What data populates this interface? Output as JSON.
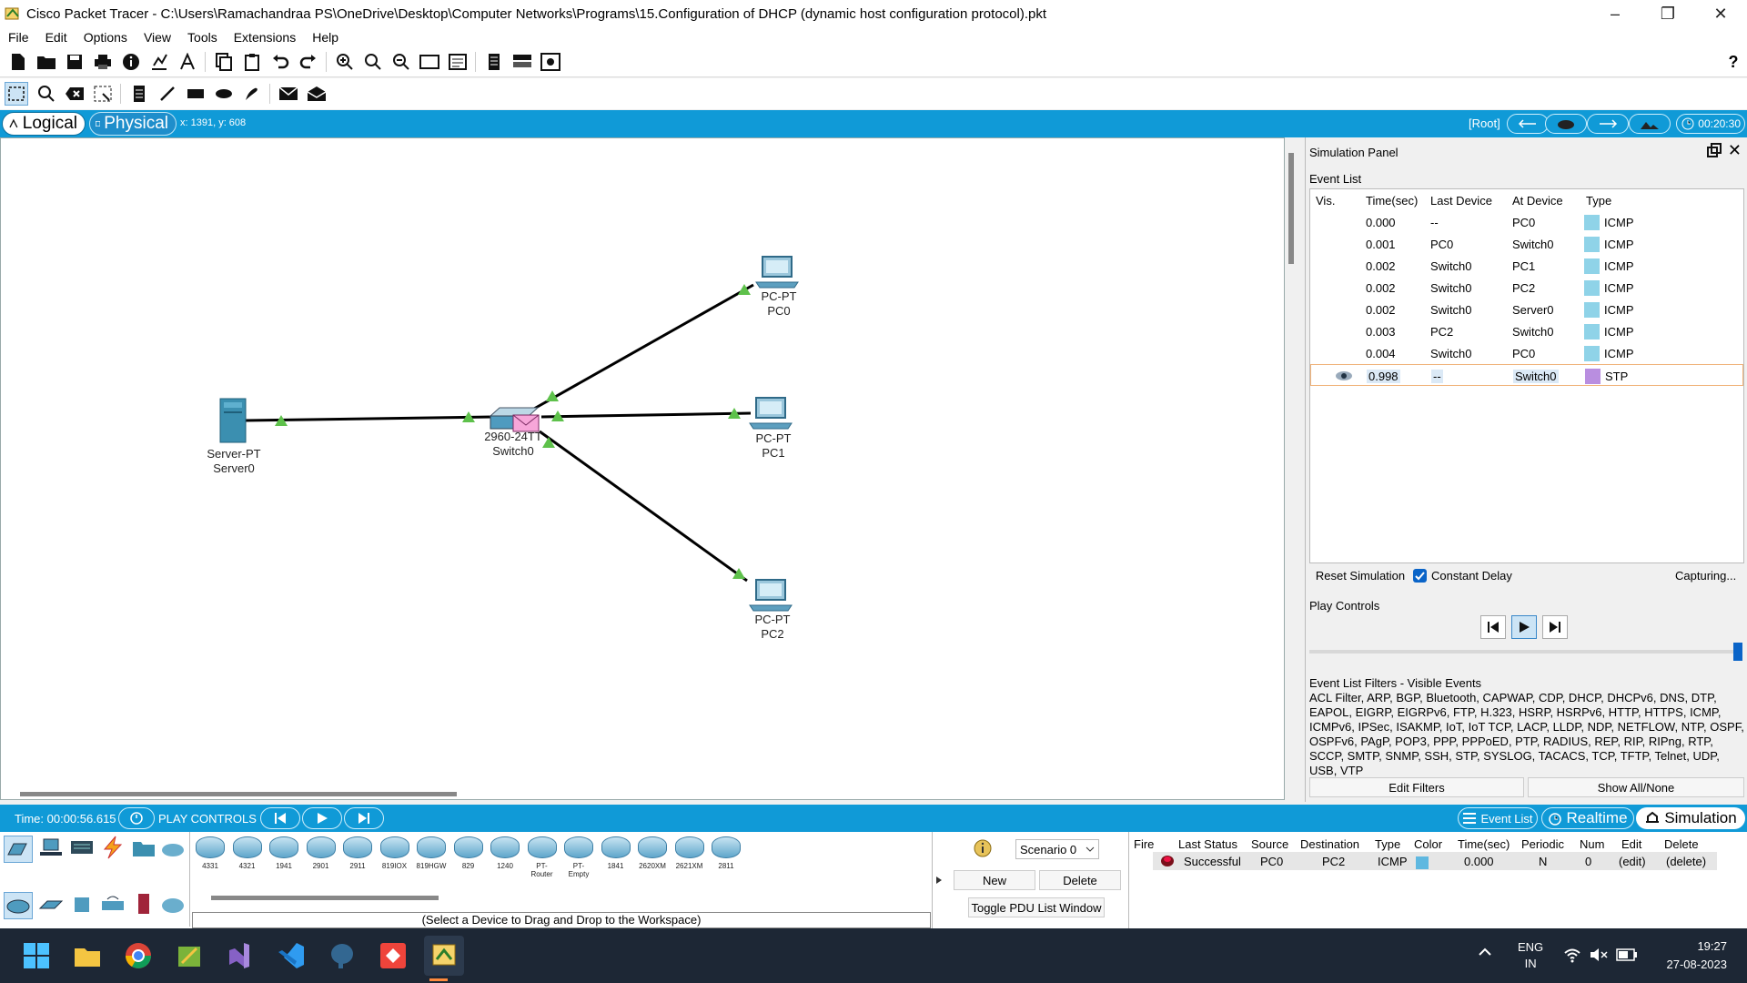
{
  "window": {
    "title": "Cisco Packet Tracer - C:\\Users\\Ramachandraa PS\\OneDrive\\Desktop\\Computer Networks\\Programs\\15.Configuration of DHCP (dynamic host configuration protocol).pkt"
  },
  "menu": [
    "File",
    "Edit",
    "Options",
    "View",
    "Tools",
    "Extensions",
    "Help"
  ],
  "workspace_bar": {
    "logical_label": "Logical",
    "physical_label": "Physical",
    "coords": "x: 1391, y: 608",
    "root_label": "[Root]",
    "clock": "00:20:30"
  },
  "devices": {
    "server0": {
      "type": "Server-PT",
      "name": "Server0"
    },
    "switch0": {
      "type": "2960-24TT",
      "name": "Switch0"
    },
    "pc0": {
      "type": "PC-PT",
      "name": "PC0"
    },
    "pc1": {
      "type": "PC-PT",
      "name": "PC1"
    },
    "pc2": {
      "type": "PC-PT",
      "name": "PC2"
    }
  },
  "sim_panel": {
    "title": "Simulation Panel",
    "event_list_title": "Event List",
    "columns": [
      "Vis.",
      "Time(sec)",
      "Last Device",
      "At Device",
      "Type"
    ],
    "events": [
      {
        "time": "0.000",
        "last": "--",
        "at": "PC0",
        "type": "ICMP",
        "color": "#8fd3e8"
      },
      {
        "time": "0.001",
        "last": "PC0",
        "at": "Switch0",
        "type": "ICMP",
        "color": "#8fd3e8"
      },
      {
        "time": "0.002",
        "last": "Switch0",
        "at": "PC1",
        "type": "ICMP",
        "color": "#8fd3e8"
      },
      {
        "time": "0.002",
        "last": "Switch0",
        "at": "PC2",
        "type": "ICMP",
        "color": "#8fd3e8"
      },
      {
        "time": "0.002",
        "last": "Switch0",
        "at": "Server0",
        "type": "ICMP",
        "color": "#8fd3e8"
      },
      {
        "time": "0.003",
        "last": "PC2",
        "at": "Switch0",
        "type": "ICMP",
        "color": "#8fd3e8"
      },
      {
        "time": "0.004",
        "last": "Switch0",
        "at": "PC0",
        "type": "ICMP",
        "color": "#8fd3e8"
      },
      {
        "time": "0.998",
        "last": "--",
        "at": "Switch0",
        "type": "STP",
        "color": "#b98ee0"
      }
    ],
    "reset_label": "Reset Simulation",
    "constant_delay_label": "Constant Delay",
    "constant_delay_checked": true,
    "capturing_label": "Capturing...",
    "play_controls_label": "Play Controls",
    "filters_title": "Event List Filters - Visible Events",
    "filters_text": "ACL Filter, ARP, BGP, Bluetooth, CAPWAP, CDP, DHCP, DHCPv6, DNS, DTP, EAPOL, EIGRP, EIGRPv6, FTP, H.323, HSRP, HSRPv6, HTTP, HTTPS, ICMP, ICMPv6, IPSec, ISAKMP, IoT, IoT TCP, LACP, LLDP, NDP, NETFLOW, NTP, OSPF, OSPFv6, PAgP, POP3, PPP, PPPoED, PTP, RADIUS, REP, RIP, RIPng, RTP, SCCP, SMTP, SNMP, SSH, STP, SYSLOG, TACACS, TCP, TFTP, Telnet, UDP, USB, VTP",
    "edit_filters_label": "Edit Filters",
    "show_all_label": "Show All/None"
  },
  "bottom_bar": {
    "time_label": "Time: 00:00:56.615",
    "play_controls_label": "PLAY CONTROLS",
    "event_list_label": "Event List",
    "realtime_label": "Realtime",
    "simulation_label": "Simulation"
  },
  "palette": {
    "models": [
      "4331",
      "4321",
      "1941",
      "2901",
      "2911",
      "819IOX",
      "819HGW",
      "829",
      "1240",
      "PT-Router",
      "PT-Empty",
      "1841",
      "2620XM",
      "2621XM",
      "2811"
    ],
    "hint": "(Select a Device to Drag and Drop to the Workspace)"
  },
  "scenario": {
    "selected": "Scenario 0",
    "new_label": "New",
    "delete_label": "Delete",
    "toggle_label": "Toggle PDU List Window"
  },
  "pdu_list": {
    "columns": [
      "Fire",
      "Last Status",
      "Source",
      "Destination",
      "Type",
      "Color",
      "Time(sec)",
      "Periodic",
      "Num",
      "Edit",
      "Delete"
    ],
    "row": {
      "status": "Successful",
      "source": "PC0",
      "destination": "PC2",
      "type": "ICMP",
      "color": "#5fb8e0",
      "time": "0.000",
      "periodic": "N",
      "num": "0",
      "edit": "(edit)",
      "delete": "(delete)"
    }
  },
  "taskbar": {
    "lang_top": "ENG",
    "lang_bottom": "IN",
    "time": "19:27",
    "date": "27-08-2023"
  }
}
